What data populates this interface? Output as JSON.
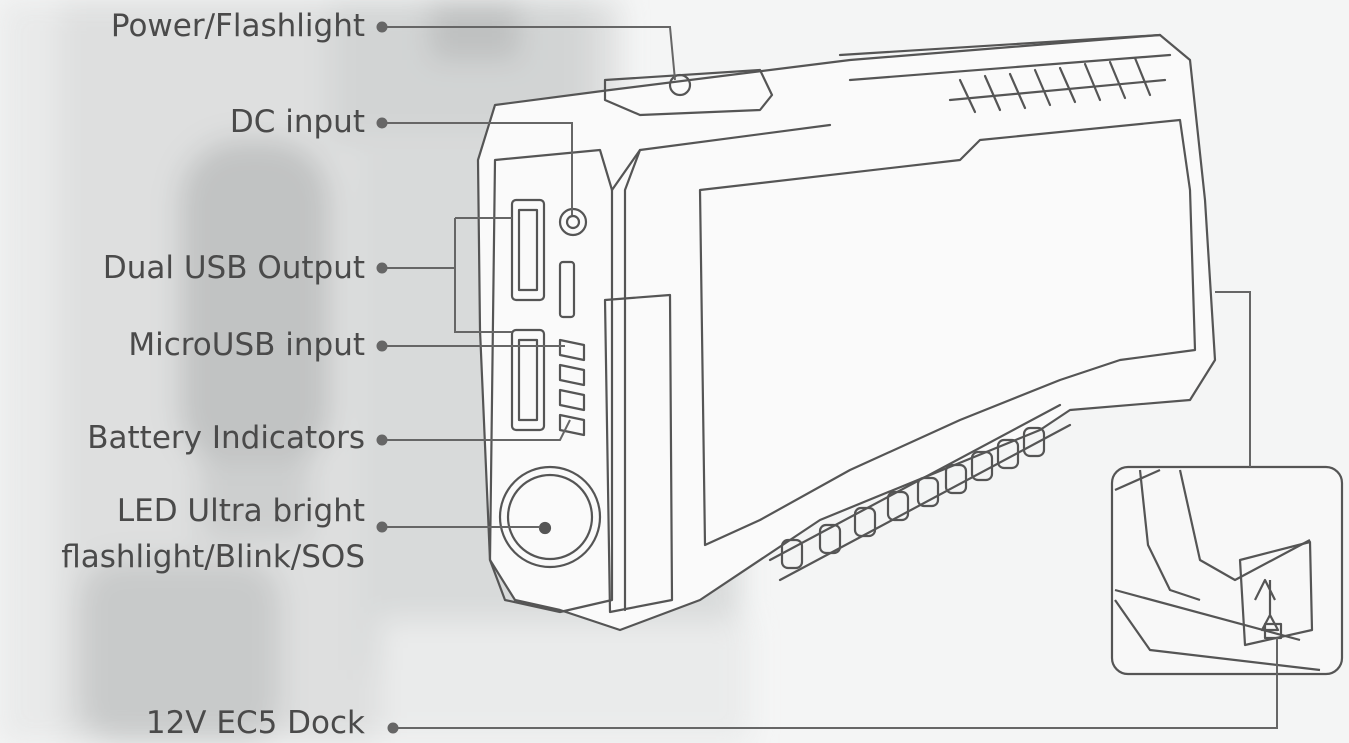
{
  "labels": {
    "power": "Power/Flashlight",
    "dc_input": "DC input",
    "dual_usb": "Dual USB Output",
    "micro_usb": "MicroUSB input",
    "battery": "Battery Indicators",
    "led_line1": "LED Ultra bright",
    "led_line2": "flashlight/Blink/SOS",
    "ec5": "12V EC5 Dock"
  },
  "colors": {
    "text": "#4a4a4a",
    "lines": "#666666",
    "outline": "#555555",
    "background": "#f4f5f5"
  }
}
